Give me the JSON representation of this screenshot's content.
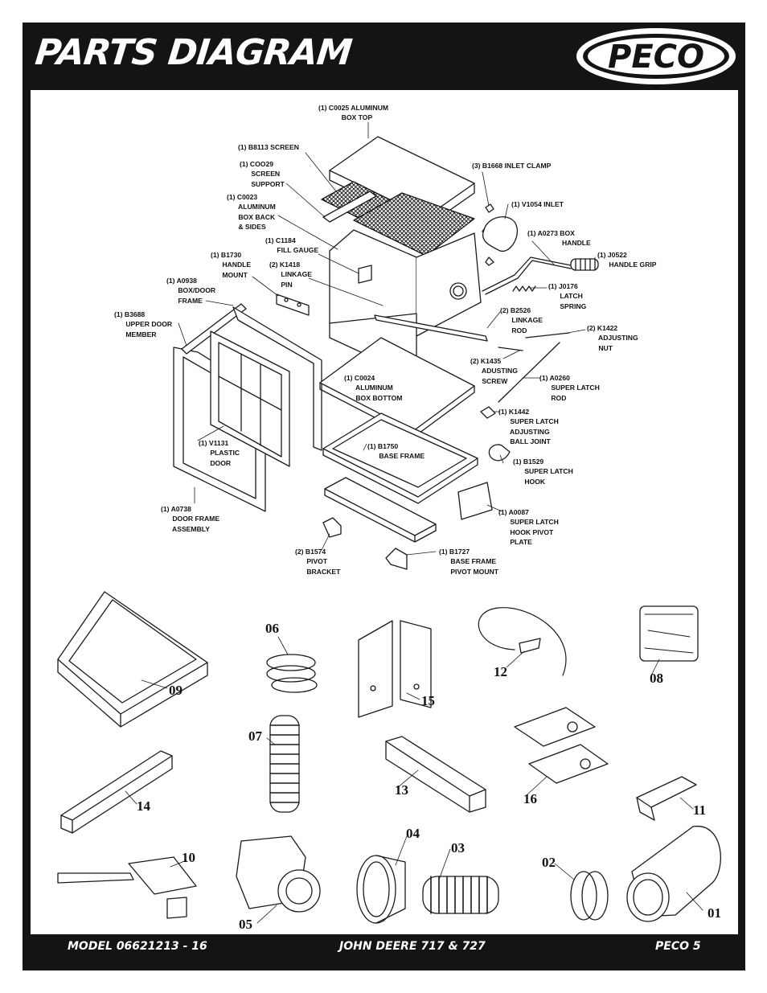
{
  "header": {
    "title": "PARTS DIAGRAM",
    "logo_text": "PECO"
  },
  "callouts": [
    {
      "id": "c0025",
      "text": "(1) C0025 ALUMINUM\n            BOX TOP"
    },
    {
      "id": "b8113",
      "text": "(1) B8113 SCREEN"
    },
    {
      "id": "coo29",
      "text": "(1) COO29\n      SCREEN\n      SUPPORT"
    },
    {
      "id": "c0023",
      "text": "(1) C0023\n      ALUMINUM\n      BOX BACK\n      & SIDES"
    },
    {
      "id": "c1184",
      "text": "(1) C1184\n      FILL GAUGE"
    },
    {
      "id": "k1418",
      "text": "(2) K1418\n      LINKAGE\n      PIN"
    },
    {
      "id": "b1730",
      "text": "(1) B1730\n      HANDLE\n      MOUNT"
    },
    {
      "id": "a0938",
      "text": "(1) A0938\n      BOX/DOOR\n      FRAME"
    },
    {
      "id": "b3688",
      "text": "(1) B3688\n      UPPER DOOR\n      MEMBER"
    },
    {
      "id": "b1668",
      "text": "(3) B1668 INLET CLAMP"
    },
    {
      "id": "v1054",
      "text": "(1) V1054 INLET"
    },
    {
      "id": "a0273",
      "text": "(1) A0273 BOX\n                  HANDLE"
    },
    {
      "id": "j0522",
      "text": "(1) J0522\n      HANDLE GRIP"
    },
    {
      "id": "j0176",
      "text": "(1) J0176\n      LATCH\n      SPRING"
    },
    {
      "id": "b2526",
      "text": "(2) B2526\n      LINKAGE\n      ROD"
    },
    {
      "id": "k1422",
      "text": "(2) K1422\n      ADJUSTING\n      NUT"
    },
    {
      "id": "k1435",
      "text": "(2) K1435\n      ADUSTING\n      SCREW"
    },
    {
      "id": "c0024",
      "text": "(1) C0024\n      ALUMINUM\n      BOX BOTTOM"
    },
    {
      "id": "a0260",
      "text": "(1) A0260\n      SUPER LATCH\n      ROD"
    },
    {
      "id": "k1442",
      "text": "(1) K1442\n      SUPER LATCH\n      ADJUSTING\n      BALL JOINT"
    },
    {
      "id": "v1131",
      "text": "(1) V1131\n      PLASTIC\n      DOOR"
    },
    {
      "id": "b1750",
      "text": "(1) B1750\n      BASE FRAME"
    },
    {
      "id": "b1529",
      "text": "(1) B1529\n      SUPER LATCH\n      HOOK"
    },
    {
      "id": "a0738",
      "text": "(1) A0738\n      DOOR FRAME\n      ASSEMBLY"
    },
    {
      "id": "a0087",
      "text": "(1) A0087\n      SUPER LATCH\n      HOOK PIVOT\n      PLATE"
    },
    {
      "id": "b1574",
      "text": "(2) B1574\n      PIVOT\n      BRACKET"
    },
    {
      "id": "b1727",
      "text": "(1) B1727\n      BASE FRAME\n      PIVOT MOUNT"
    }
  ],
  "part_numbers": [
    "09",
    "06",
    "15",
    "12",
    "08",
    "07",
    "13",
    "16",
    "14",
    "11",
    "10",
    "04",
    "03",
    "02",
    "05",
    "01"
  ],
  "footer": {
    "model": "MODEL 06621213 - 16",
    "machine": "JOHN DEERE 717 & 727",
    "page": "PECO 5"
  }
}
